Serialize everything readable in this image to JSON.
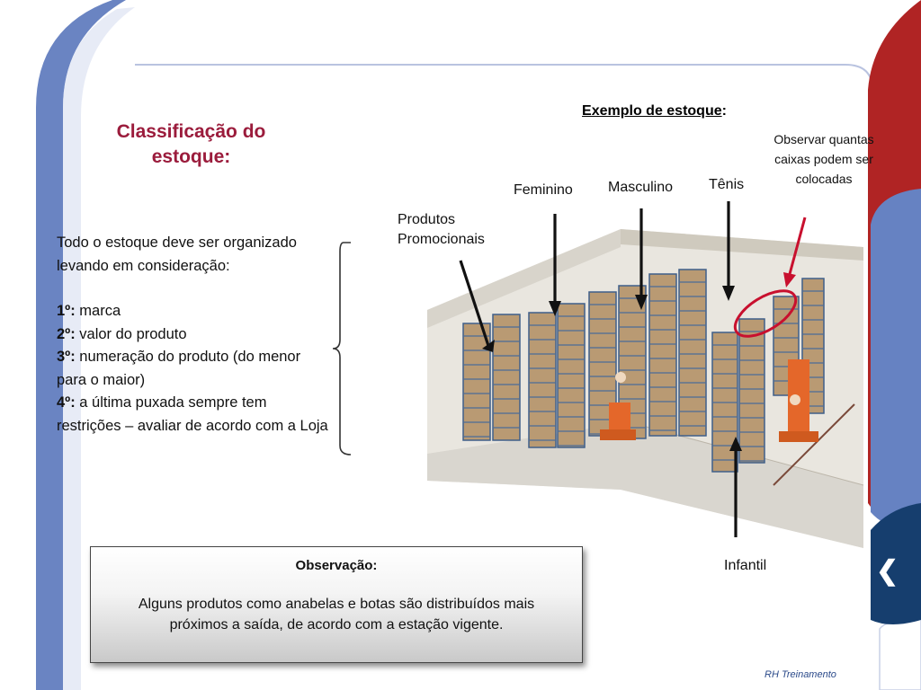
{
  "slide": {
    "title": "Classificação do estoque:",
    "intro": "Todo o estoque deve ser organizado levando em consideração:",
    "items": [
      {
        "num": "1º:",
        "text": " marca"
      },
      {
        "num": "2º:",
        "text": " valor do produto"
      },
      {
        "num": "3º:",
        "text": " numeração do produto (do menor para o maior)"
      },
      {
        "num": "4º:",
        "text": " a última puxada sempre tem restrições – avaliar de acordo com a Loja"
      }
    ],
    "example_title": "Exemplo de estoque",
    "example_colon": ":",
    "labels": {
      "produtos": "Produtos Promocionais",
      "feminino": "Feminino",
      "masculino": "Masculino",
      "tenis": "Tênis",
      "observar": "Observar quantas caixas podem ser colocadas",
      "infantil": "Infantil"
    },
    "observacao": {
      "heading": "Observação:",
      "text": "Alguns produtos como anabelas e botas são distribuídos mais próximos a saída, de acordo com a estação vigente."
    },
    "footer": "RH Treinamento",
    "nav_glyph": "❮"
  },
  "colors": {
    "title": "#9b1c3c",
    "accent_red": "#a52626",
    "accent_blue": "#5d78b8",
    "accent_navy": "#1c3b6b",
    "ellipse": "#c8102e"
  }
}
